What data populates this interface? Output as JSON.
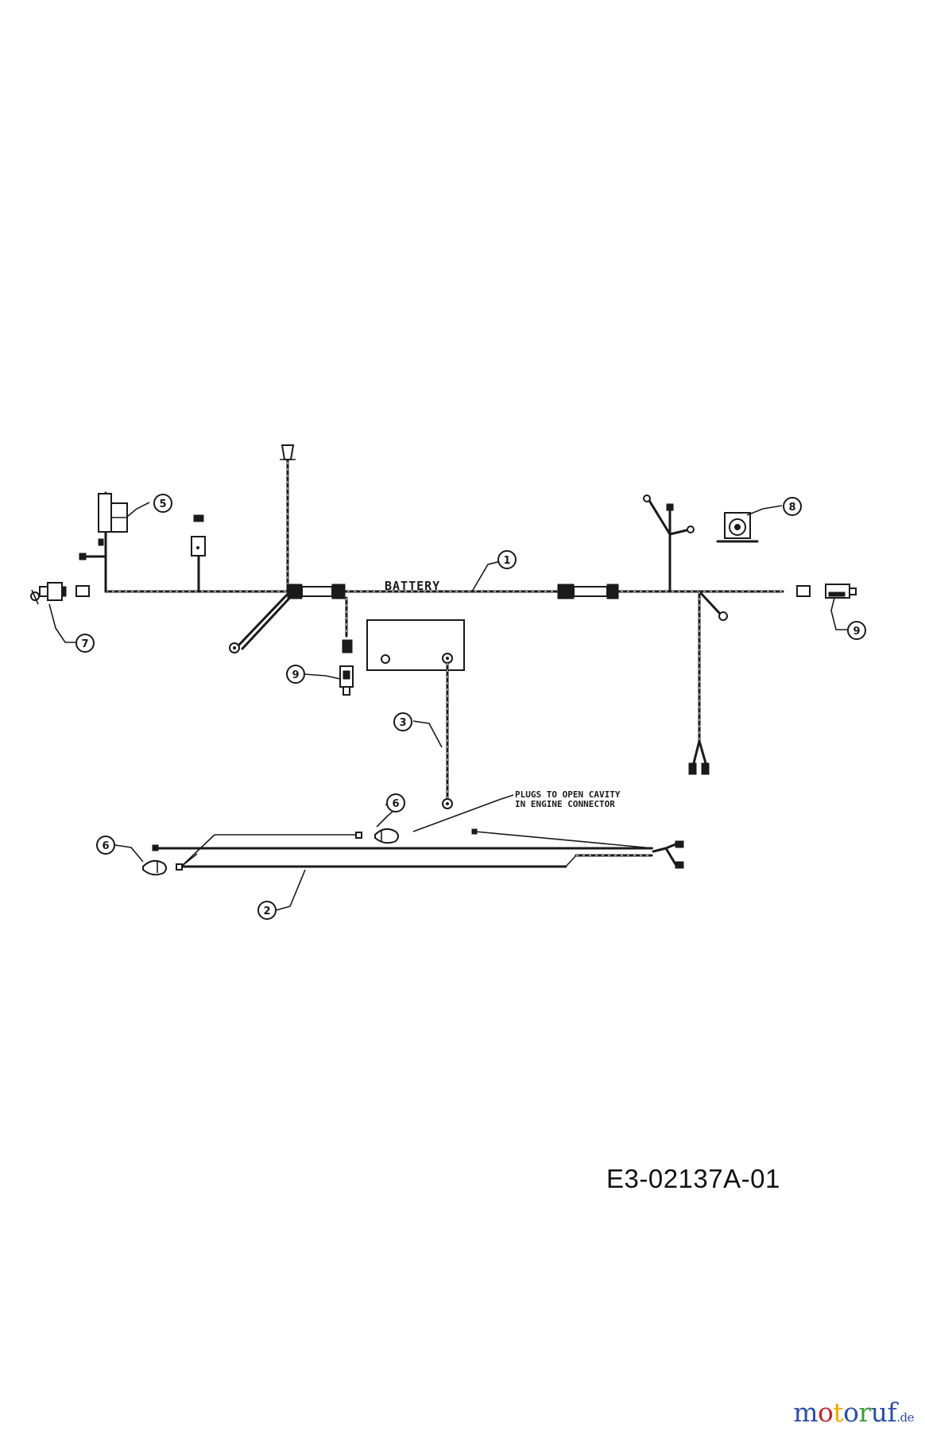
{
  "labels": {
    "battery": "BATTERY",
    "plugs_note_line1": "PLUGS TO OPEN CAVITY",
    "plugs_note_line2": "IN ENGINE CONNECTOR"
  },
  "callouts": {
    "c1": "1",
    "c2": "2",
    "c3": "3",
    "c5": "5",
    "c6a": "6",
    "c6b": "6",
    "c7": "7",
    "c8": "8",
    "c9a": "9",
    "c9b": "9"
  },
  "drawing_number": "E3-02137A-01",
  "watermark": {
    "m": "m",
    "o1": "o",
    "t": "t",
    "o2": "o",
    "r": "r",
    "uf": "uf",
    "tld": ".de"
  }
}
